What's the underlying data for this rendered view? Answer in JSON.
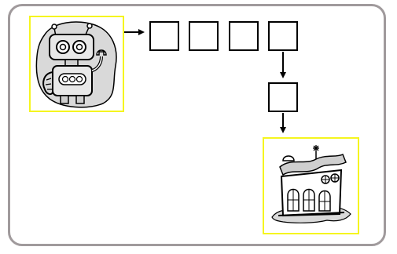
{
  "game": {
    "start_picture": "robot-icon",
    "goal_picture": "house-boat-icon",
    "path_cells": [
      {
        "id": "cell-1",
        "value": ""
      },
      {
        "id": "cell-2",
        "value": ""
      },
      {
        "id": "cell-3",
        "value": ""
      },
      {
        "id": "cell-4",
        "value": ""
      },
      {
        "id": "cell-5",
        "value": ""
      }
    ]
  },
  "colors": {
    "frame_highlight": "#f5f51f",
    "board_border": "#a09a9c",
    "cell_border": "#000000",
    "arrow": "#000000"
  }
}
